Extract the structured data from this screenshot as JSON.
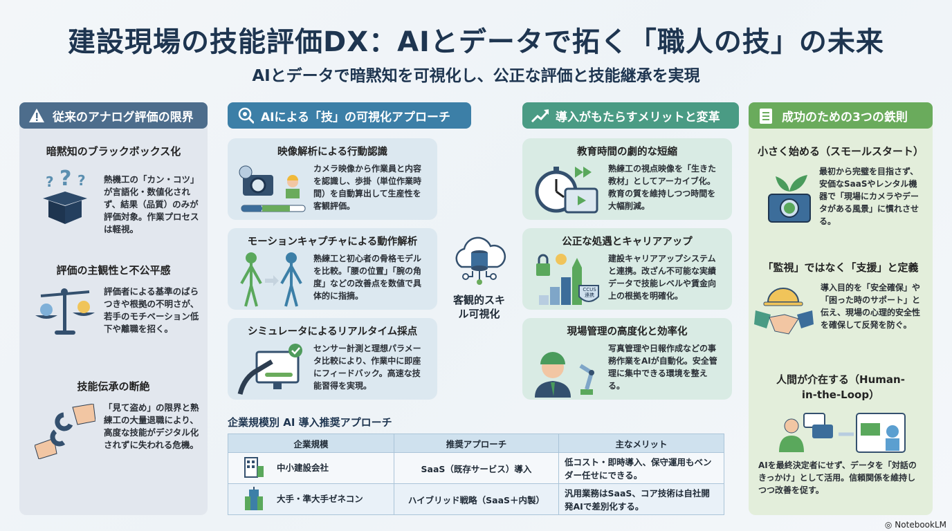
{
  "title": "建設現場の技能評価DX：AIとデータで拓く「職人の技」の未来",
  "subtitle": "AIとデータで暗黙知を可視化し、公正な評価と技能継承を実現",
  "colors": {
    "col1": "#4d6d8c",
    "col2": "#3c7fa7",
    "col3": "#4a9b84",
    "col4": "#6aab5c",
    "navy": "#1e3550"
  },
  "col1": {
    "header": "従来のアナログ評価の限界",
    "icon": "warning-icon",
    "items": [
      {
        "title": "暗黙知のブラックボックス化",
        "text": "熱機工の「カン・コツ」が言語化・数値化されず、結果（品質）のみが評価対象。作業プロセスは軽視。",
        "icon": "question-box-icon"
      },
      {
        "title": "評価の主観性と不公平感",
        "text": "評価者による基準のばらつきや根拠の不明さが、若手のモチベーション低下や離職を招く。",
        "icon": "scale-icon"
      },
      {
        "title": "技能伝承の断絶",
        "text": "「見て盗め」の限界と熟練工の大量退職により、高度な技能がデジタル化されずに失われる危機。",
        "icon": "broken-chain-hands-icon"
      }
    ]
  },
  "col2": {
    "header": "AIによる「技」の可視化アプローチ",
    "icon": "magnifier-gear-icon",
    "cards": [
      {
        "title": "映像解析による行動認識",
        "text": "カメラ映像から作業員と内容を認識し、歩掛（単位作業時間）を自動算出して生産性を客観評価。",
        "icon": "camera-worker-icon"
      },
      {
        "title": "モーションキャプチャによる動作解析",
        "text": "熟練工と初心者の骨格モデルを比較。「腰の位置」「腕の角度」などの改善点を数値で具体的に指摘。",
        "icon": "skeleton-icon"
      },
      {
        "title": "シミュレータによるリアルタイム採点",
        "text": "センサー計測と理想パラメータ比較により、作業中に即座にフィードバック。高速な技能習得を実現。",
        "icon": "welding-simulator-icon"
      }
    ],
    "center_label": "客観的スキル可視化",
    "center_icon": "cloud-database-icon"
  },
  "col3": {
    "header": "導入がもたらすメリットと変革",
    "icon": "trend-up-icon",
    "cards": [
      {
        "title": "教育時間の劇的な短縮",
        "text": "熟練工の視点映像を「生きた教材」としてアーカイブ化。教育の質を維持しつつ時間を大幅削減。",
        "icon": "stopwatch-video-icon"
      },
      {
        "title": "公正な処遇とキャリアアップ",
        "text": "建設キャリアアップシステムと連携。改ざん不可能な実績データで技能レベルや賃金向上の根拠を明確化。",
        "icon": "ccus-chart-icon",
        "badge": "CCUS 連携"
      },
      {
        "title": "現場管理の高度化と効率化",
        "text": "写真管理や日報作成などの事務作業をAIが自動化。安全管理に集中できる環境を整える。",
        "icon": "manager-robot-arm-icon"
      }
    ]
  },
  "col4": {
    "header": "成功のための3つの鉄則",
    "icon": "checklist-icon",
    "items": [
      {
        "title": "小さく始める（スモールスタート）",
        "text": "最初から完璧を目指さず、安価なSaaSやレンタル機器で「現場にカメラやデータがある風景」に慣れさせる。",
        "icon": "camera-sprout-icon"
      },
      {
        "title": "「監視」ではなく「支援」と定義",
        "text": "導入目的を「安全確保」や「困った時のサポート」と伝え、現場の心理的安全性を確保して反発を防ぐ。",
        "icon": "handshake-helmet-icon"
      },
      {
        "title": "人間が介在する（Human-in-the-Loop）",
        "text": "AIを最終決定者にせず、データを「対話のきっかけ」として活用。信頼関係を維持しつつ改善を促す。",
        "icon": "human-ai-dialog-icon"
      }
    ]
  },
  "table": {
    "title": "企業規模別 AI 導入推奨アプローチ",
    "headers": [
      "企業規模",
      "推奨アプローチ",
      "主なメリット"
    ],
    "rows": [
      {
        "size": "中小建設会社",
        "approach": "SaaS（既存サービス）導入",
        "merit": "低コスト・即時導入、保守運用もベンダー任せにできる。",
        "icon": "small-building-icon"
      },
      {
        "size": "大手・準大手ゼネコン",
        "approach": "ハイブリッド戦略（SaaS＋内製）",
        "merit": "汎用業務はSaaS、コア技術は自社開発AIで差別化する。",
        "icon": "tall-building-icon"
      }
    ]
  },
  "footer": {
    "brand": "NotebookLM"
  }
}
